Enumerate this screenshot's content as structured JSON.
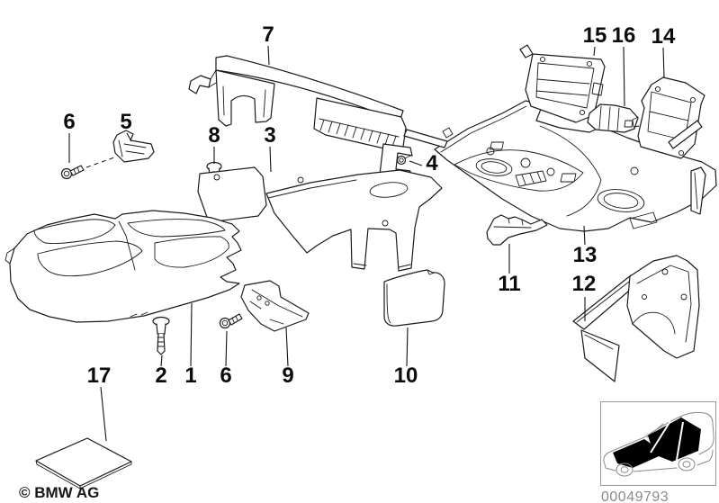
{
  "meta": {
    "copyright": "© BMW AG",
    "image_number": "00049793",
    "background_color": "#ffffff",
    "line_color": "#1a1a1a",
    "label_color": "#0c0c0c",
    "muted_text_color": "#8a8a8a",
    "thumbnail_border_color": "#999999",
    "thumbnail_highlight_color": "#000000"
  },
  "callouts": {
    "c1": "1",
    "c2": "2",
    "c3": "3",
    "c4": "4",
    "c5": "5",
    "c6": "6",
    "c7": "7",
    "c8": "8",
    "c9": "9",
    "c10": "10",
    "c11": "11",
    "c12": "12",
    "c13": "13",
    "c14": "14",
    "c15": "15",
    "c16": "16",
    "c17": "17"
  }
}
